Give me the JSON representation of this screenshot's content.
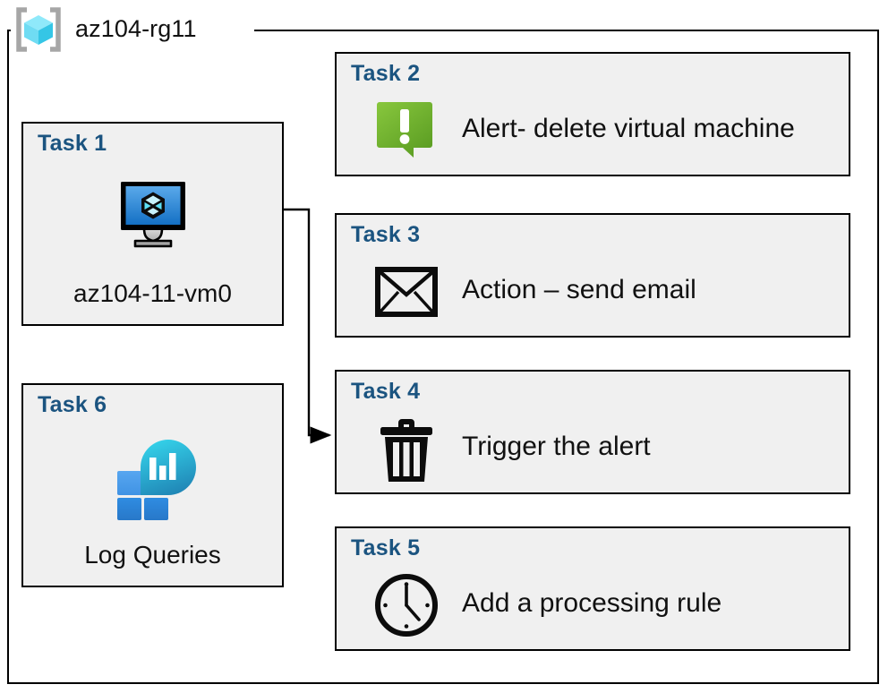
{
  "resource_group": {
    "icon": "azure-resource-group-cube-icon",
    "name": "az104-rg11"
  },
  "colors": {
    "task_label": "#1b5480",
    "card_fill": "#f0f0f0",
    "card_border": "#000000",
    "alert_green_light": "#7ac143",
    "alert_green_dark": "#5f9e25",
    "vm_screen_light": "#4a9fe8",
    "vm_screen_dark": "#1575c6",
    "cube_facet_cyan": "#9ee9f7",
    "loganalytics_cyan": "#32cfe8",
    "loganalytics_teal": "#2389b8",
    "tile_blue_light": "#4a9bee",
    "tile_blue_dark": "#2e86de",
    "rg_icon_cube_light": "#7fe6f7",
    "rg_icon_cube_dark": "#35c6e6",
    "rg_icon_bracket": "#a6a6a6"
  },
  "cards": [
    {
      "id": "task1",
      "title": "Task 1",
      "caption": "az104-11-vm0",
      "icon": "virtual-machine-monitor-icon",
      "layout": "left"
    },
    {
      "id": "task6",
      "title": "Task 6",
      "caption": "Log Queries",
      "icon": "log-analytics-chart-icon",
      "layout": "left"
    },
    {
      "id": "task2",
      "title": "Task 2",
      "caption": "Alert- delete virtual machine",
      "icon": "alert-exclamation-bubble-icon",
      "layout": "right"
    },
    {
      "id": "task3",
      "title": "Task 3",
      "caption": "Action – send email",
      "icon": "envelope-icon",
      "layout": "right"
    },
    {
      "id": "task4",
      "title": "Task 4",
      "caption": "Trigger the alert",
      "icon": "trash-can-icon",
      "layout": "right"
    },
    {
      "id": "task5",
      "title": "Task 5",
      "caption": "Add a processing rule",
      "icon": "clock-icon",
      "layout": "right"
    }
  ],
  "connector": {
    "from": "task1-virtual-machine-icon",
    "to": "task4-card",
    "arrow": "arrowhead-right"
  }
}
